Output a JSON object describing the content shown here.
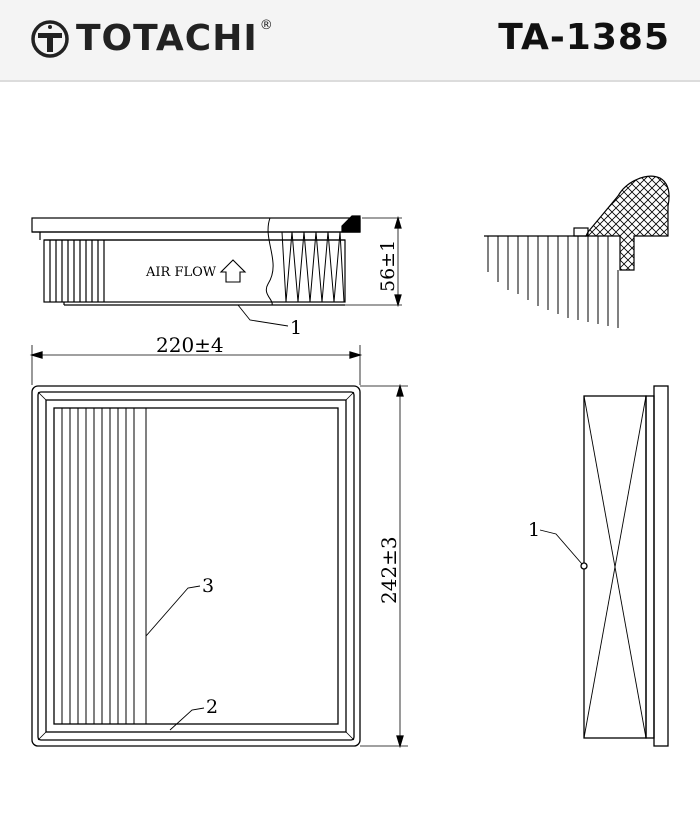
{
  "header": {
    "brand": "TOTACHI",
    "registered": "®",
    "part_number": "TA-1385"
  },
  "drawing": {
    "airflow_label": "AIR FLOW",
    "height_dim": "56±1",
    "width_dim": "220±4",
    "length_dim": "242±3",
    "callouts": {
      "seal": "1",
      "frame": "2",
      "media": "3",
      "side_seal": "1"
    }
  }
}
